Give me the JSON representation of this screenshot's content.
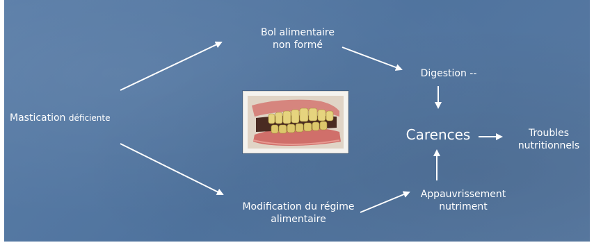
{
  "nodes": {
    "mastication_main": "Mastication",
    "mastication_qualifier": "déficiente",
    "bol_line1": "Bol alimentaire",
    "bol_line2": "non formé",
    "digestion": "Digestion --",
    "carences": "Carences",
    "troubles_line1": "Troubles",
    "troubles_line2": "nutritionnels",
    "modification_line1": "Modification du régime",
    "modification_line2": "alimentaire",
    "appauvrissement_line1": "Appauvrissement",
    "appauvrissement_line2": "nutriment"
  },
  "image": {
    "subject": "denture-photo"
  },
  "colors": {
    "background": "#557aa4",
    "text": "#ffffff",
    "arrow": "#ffffff"
  }
}
